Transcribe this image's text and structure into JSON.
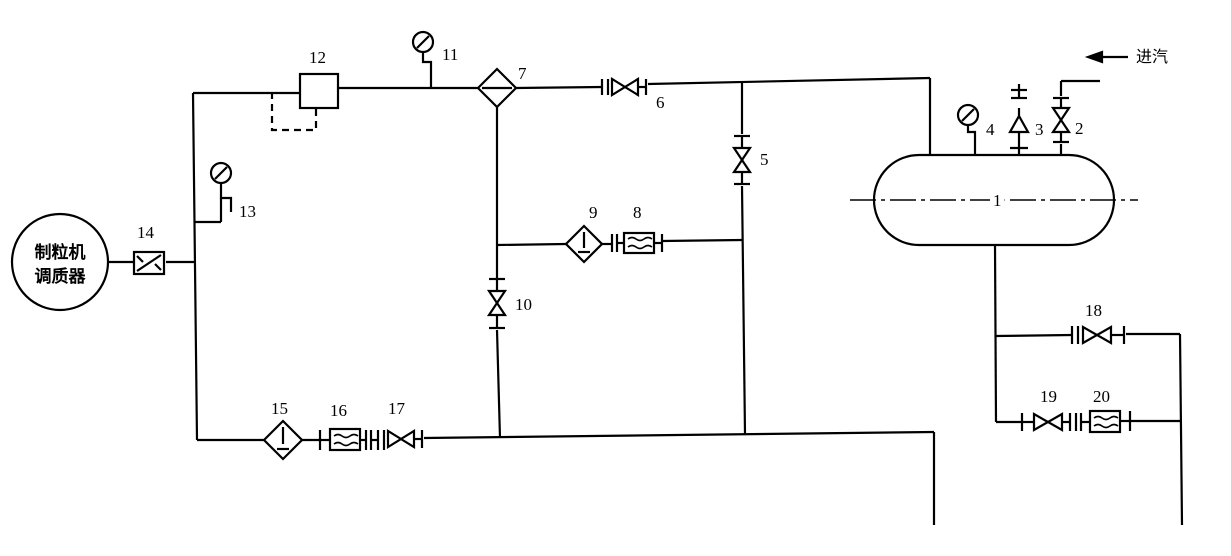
{
  "machine": {
    "line1": "制粒机",
    "line2": "调质器"
  },
  "steam_inlet_label": "进汽",
  "components": [
    {
      "id": "1",
      "label": "1"
    },
    {
      "id": "2",
      "label": "2"
    },
    {
      "id": "3",
      "label": "3"
    },
    {
      "id": "4",
      "label": "4"
    },
    {
      "id": "5",
      "label": "5"
    },
    {
      "id": "6",
      "label": "6"
    },
    {
      "id": "7",
      "label": "7"
    },
    {
      "id": "8",
      "label": "8"
    },
    {
      "id": "9",
      "label": "9"
    },
    {
      "id": "10",
      "label": "10"
    },
    {
      "id": "11",
      "label": "11"
    },
    {
      "id": "12",
      "label": "12"
    },
    {
      "id": "13",
      "label": "13"
    },
    {
      "id": "14",
      "label": "14"
    },
    {
      "id": "15",
      "label": "15"
    },
    {
      "id": "16",
      "label": "16"
    },
    {
      "id": "17",
      "label": "17"
    },
    {
      "id": "18",
      "label": "18"
    },
    {
      "id": "19",
      "label": "19"
    },
    {
      "id": "20",
      "label": "20"
    }
  ]
}
